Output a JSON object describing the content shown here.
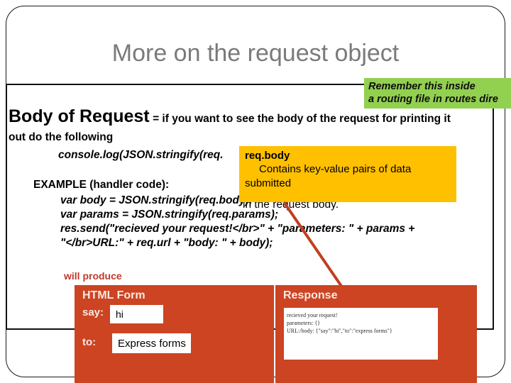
{
  "slide": {
    "title": "More on the request object"
  },
  "green_callout": {
    "line1": "Remember this inside",
    "line2": "a routing file in routes dire"
  },
  "body_section": {
    "heading": "Body of Request",
    "heading_rest": "= if you want to see the body of the request for printing it",
    "line2": "out do the following",
    "console_line": "console.log(JSON.stringify(req.",
    "example_label": "EXAMPLE (handler code):",
    "code1": "var body = JSON.stringify(req.body);",
    "code2": "var params = JSON.stringify(req.params);",
    "code3": "res.send(\"recieved your request!</br>\" + \"parameters: \" + params +",
    "code4": "\"</br>URL:\" + req.url + \"body: \" + body);"
  },
  "orange_callout": {
    "title": "req.body",
    "body": "Contains key-value pairs of data submitted",
    "overlay_text": "in the request body."
  },
  "will_produce": "will produce",
  "form_panel": {
    "title": "HTML Form",
    "label_say": "say:",
    "value_say": "hi",
    "label_to": "to:",
    "value_to": "Express forms"
  },
  "response_panel": {
    "title": "Response",
    "line1": "recieved your request!",
    "line2": "parameters: {}",
    "line3": "URL:/body: {\"say\":\"hi\",\"to\":\"express forms\"}"
  },
  "colors": {
    "accent_orange_red": "#cc4422",
    "callout_yellow": "#ffc000",
    "callout_green": "#92d050",
    "title_gray": "#7a7a7a",
    "will_produce_red": "#c0392b"
  }
}
